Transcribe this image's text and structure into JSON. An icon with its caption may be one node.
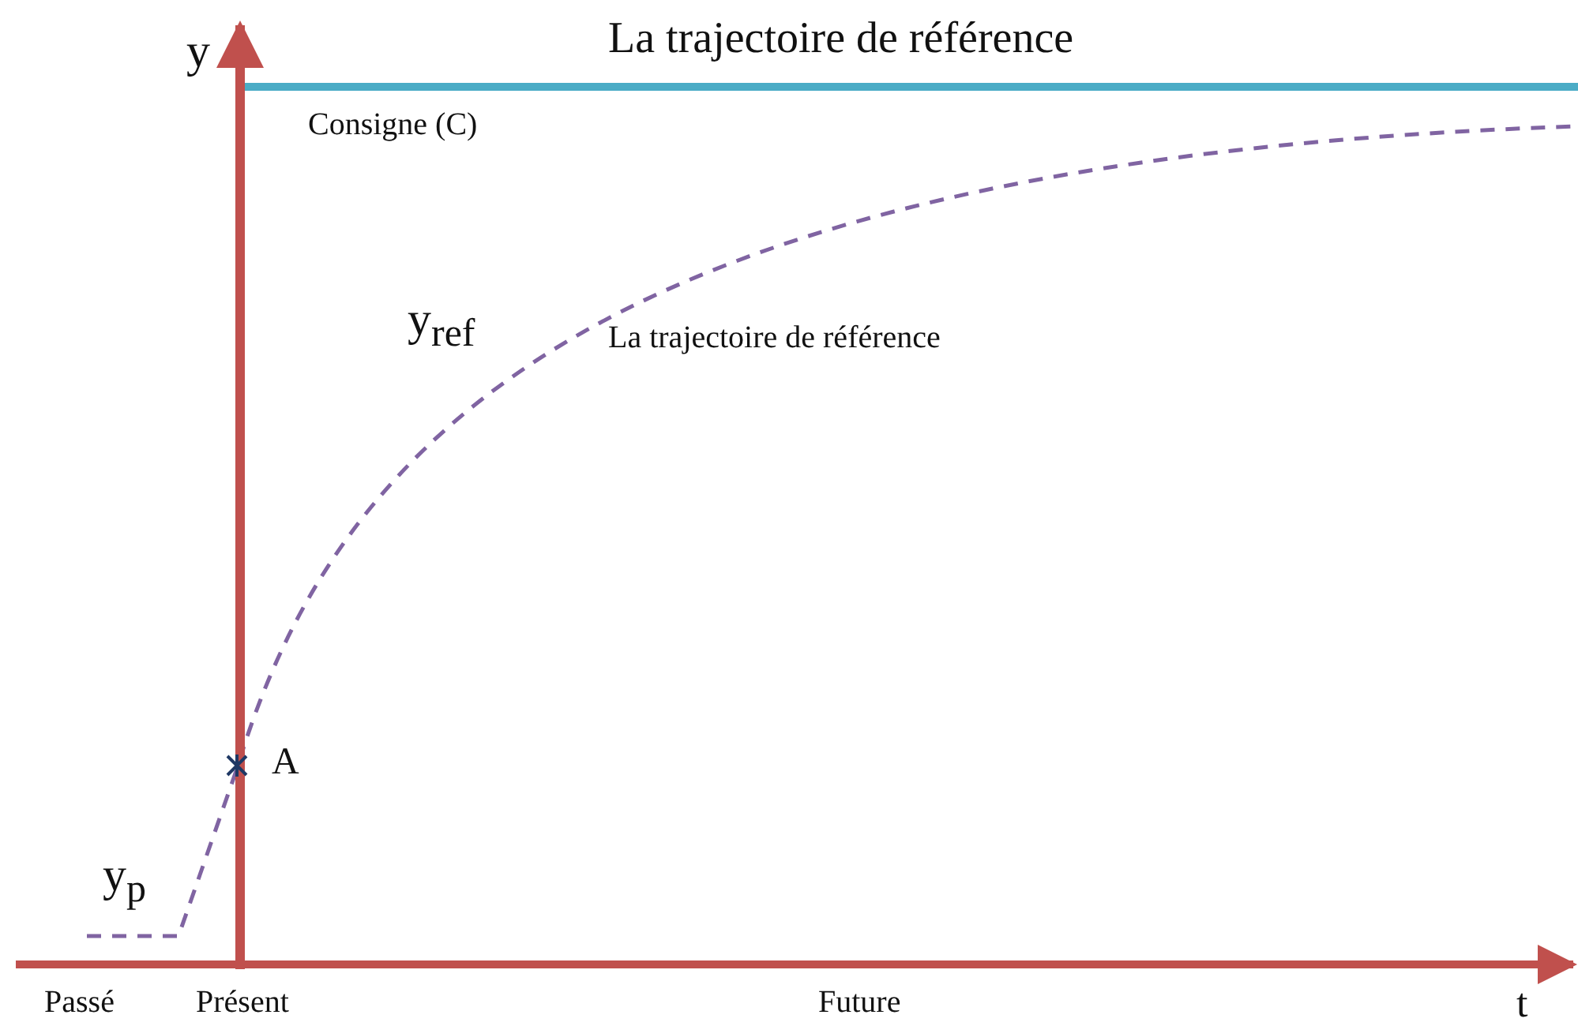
{
  "diagram": {
    "labels": [
      "y",
      "La trajectoire de référence",
      "Consigne (C)",
      "y$_{ref}$",
      "La trajectoire de référence",
      "A",
      "y$_{p}$",
      "Passé",
      "Présent",
      "Future",
      "t"
    ]
  }
}
